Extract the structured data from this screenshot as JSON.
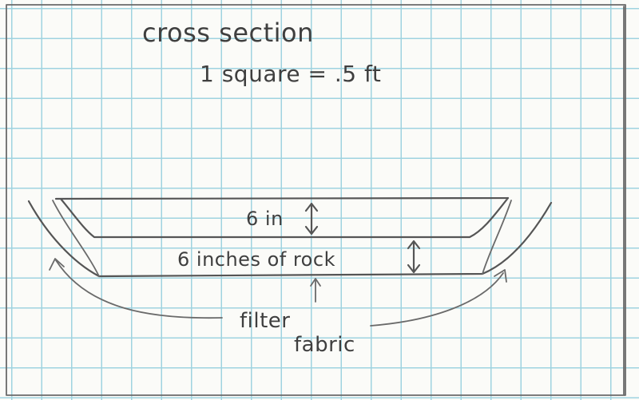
{
  "title": "cross section",
  "scale": "1 square = .5 ft",
  "labels": {
    "top_layer": "6 in",
    "rock_layer": "6 inches of rock",
    "filter_line1": "filter",
    "filter_line2": "fabric"
  }
}
